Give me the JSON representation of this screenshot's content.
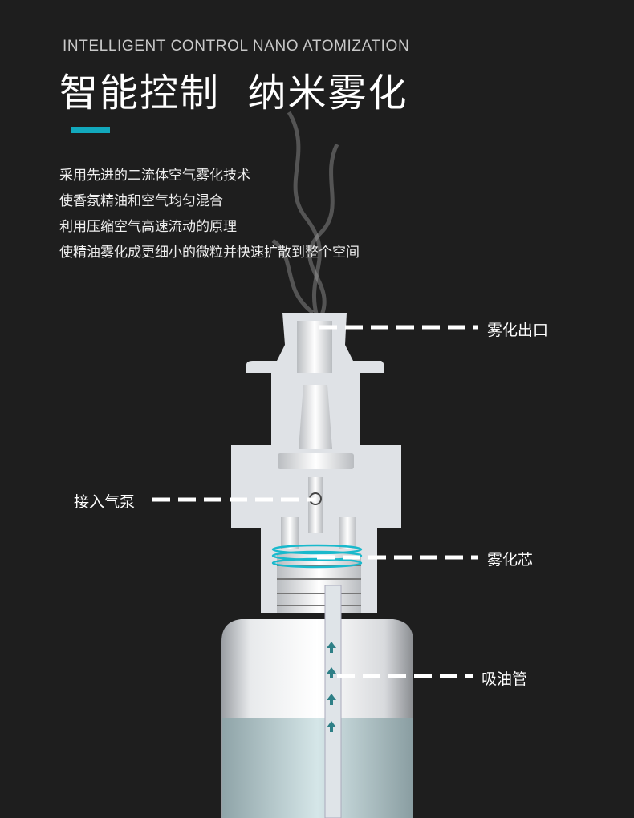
{
  "header": {
    "subtitle": "INTELLIGENT CONTROL NANO ATOMIZATION",
    "title": "智能控制  纳米雾化",
    "accent_color": "#12a9bd"
  },
  "description": [
    "采用先进的二流体空气雾化技术",
    "使香氛精油和空气均匀混合",
    "利用压缩空气高速流动的原理",
    "使精油雾化成更细小的微粒并快速扩散到整个空间"
  ],
  "labels": {
    "outlet": "雾化出口",
    "air_pump": "接入气泵",
    "core": "雾化芯",
    "oil_tube": "吸油管"
  }
}
